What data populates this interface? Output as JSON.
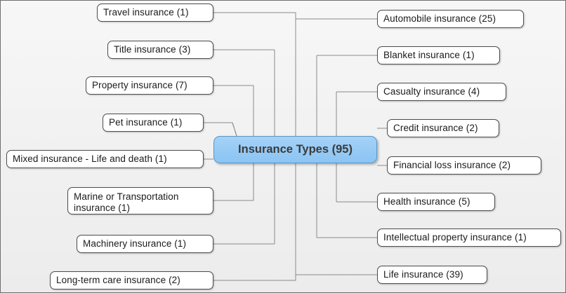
{
  "diagram": {
    "type": "mind-map",
    "title": "Insurance Types (95)",
    "root": {
      "label": "Insurance Types (95)",
      "count": 95,
      "fill_color": "#96caf5",
      "border_color": "#5d97c4",
      "text_color": "#3b3b3b"
    },
    "style": {
      "background_color": "#f1f1f1",
      "frame_color": "#6e6e6e",
      "node_fill": "#ffffff",
      "node_border": "#4d4d4d",
      "connector_color": "#8a8a8a",
      "node_text_color": "#1a1a1a"
    },
    "left_branches": [
      {
        "label": "Travel insurance (1)",
        "count": 1
      },
      {
        "label": "Title insurance (3)",
        "count": 3
      },
      {
        "label": "Property insurance (7)",
        "count": 7
      },
      {
        "label": "Pet insurance (1)",
        "count": 1
      },
      {
        "label": "Mixed insurance - Life and death (1)",
        "count": 1
      },
      {
        "label": "Marine or Transportation insurance (1)",
        "count": 1
      },
      {
        "label": "Machinery insurance (1)",
        "count": 1
      },
      {
        "label": "Long-term care insurance (2)",
        "count": 2
      }
    ],
    "right_branches": [
      {
        "label": "Automobile insurance (25)",
        "count": 25
      },
      {
        "label": "Blanket insurance (1)",
        "count": 1
      },
      {
        "label": "Casualty insurance (4)",
        "count": 4
      },
      {
        "label": "Credit insurance (2)",
        "count": 2
      },
      {
        "label": "Financial loss insurance (2)",
        "count": 2
      },
      {
        "label": "Health insurance (5)",
        "count": 5
      },
      {
        "label": "Intellectual property insurance (1)",
        "count": 1
      },
      {
        "label": "Life insurance (39)",
        "count": 39
      }
    ]
  }
}
